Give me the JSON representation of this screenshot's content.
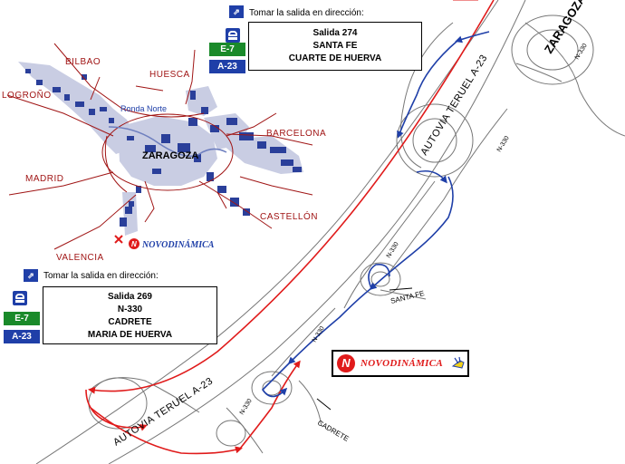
{
  "city_map": {
    "city": "ZARAGOZA",
    "ring_road": "Ronda Norte",
    "destinations": [
      "BILBAO",
      "HUESCA",
      "LOGROÑO",
      "BARCELONA",
      "MADRID",
      "CASTELLÓN",
      "VALENCIA"
    ],
    "brand": "NOVODINÁMICA"
  },
  "sign_north": {
    "hint": "Tomar la salida en dirección:",
    "lines": [
      "Salida 274",
      "SANTA FE",
      "CUARTE DE HUERVA"
    ],
    "badges": [
      "E-7",
      "A-23"
    ]
  },
  "sign_south": {
    "hint": "Tomar la salida en dirección:",
    "lines": [
      "Salida 269",
      "N-330",
      "CADRETE",
      "MARIA DE HUERVA"
    ],
    "badges": [
      "E-7",
      "A-23"
    ]
  },
  "road_map": {
    "zaragoza": "ZARAGOZA",
    "n330": "N-330",
    "autovia": "AUTOVIA TERUEL A-23",
    "santa_fe": "SANTA FE",
    "cadrete": "CADRETE",
    "brand": "NOVODINÁMICA"
  },
  "colors": {
    "route_red": "#e01b1b",
    "route_blue": "#1f3fa8",
    "label_red": "#a01515",
    "urban_gray": "#c9cde3",
    "industrial_blue": "#2a3f9a",
    "badge_green": "#1a8a2a"
  },
  "icons": [
    "exit-sign-icon",
    "car-icon",
    "location-cross-icon",
    "novodinamica-logo-icon",
    "truck-icon"
  ]
}
